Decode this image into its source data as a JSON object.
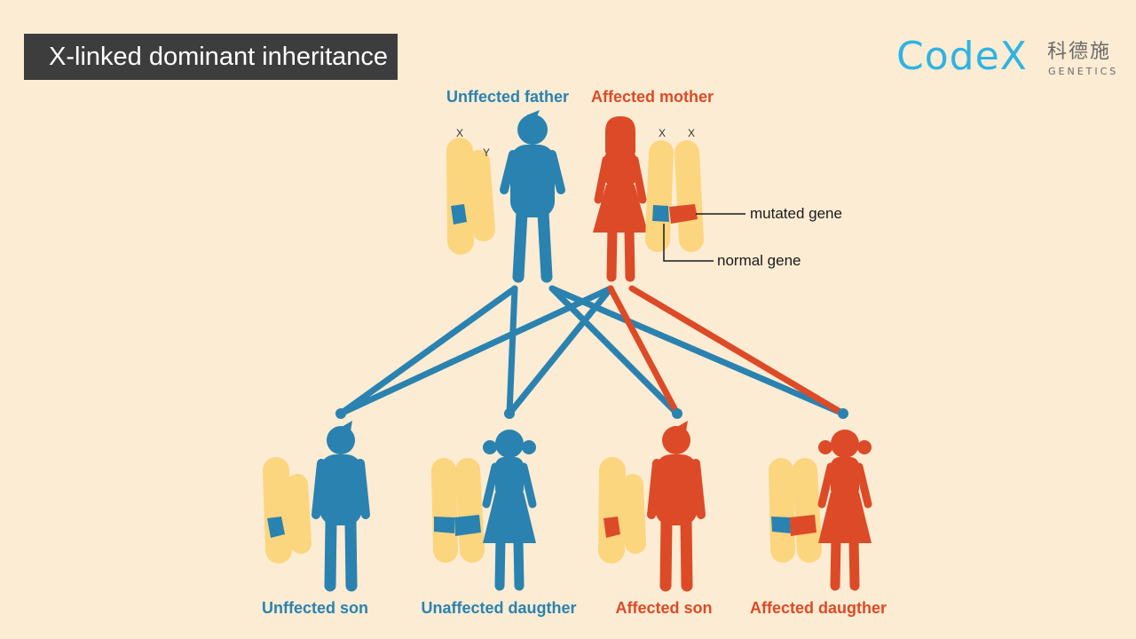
{
  "title": "X-linked dominant inheritance",
  "logo": {
    "word": "Code",
    "x_glyph": "X",
    "cn": "科德施",
    "sub": "GENETICS"
  },
  "colors": {
    "background": "#fcecd3",
    "unaffected": "#2a82b0",
    "affected": "#dd4a27",
    "chromosome": "#fcd57f"
  },
  "parents": {
    "father": {
      "label": "Unffected father",
      "chromosome_labels": [
        "X",
        "Y"
      ],
      "status": "unaffected"
    },
    "mother": {
      "label": "Affected mother",
      "chromosome_labels": [
        "X",
        "X"
      ],
      "status": "affected"
    }
  },
  "annotations": {
    "mutated": "mutated gene",
    "normal": "normal gene"
  },
  "children": [
    {
      "label": "Unffected son",
      "status": "unaffected",
      "sex": "male"
    },
    {
      "label": "Unaffected daugther",
      "status": "unaffected",
      "sex": "female"
    },
    {
      "label": "Affected son",
      "status": "affected",
      "sex": "male"
    },
    {
      "label": "Affected daugther",
      "status": "affected",
      "sex": "female"
    }
  ]
}
